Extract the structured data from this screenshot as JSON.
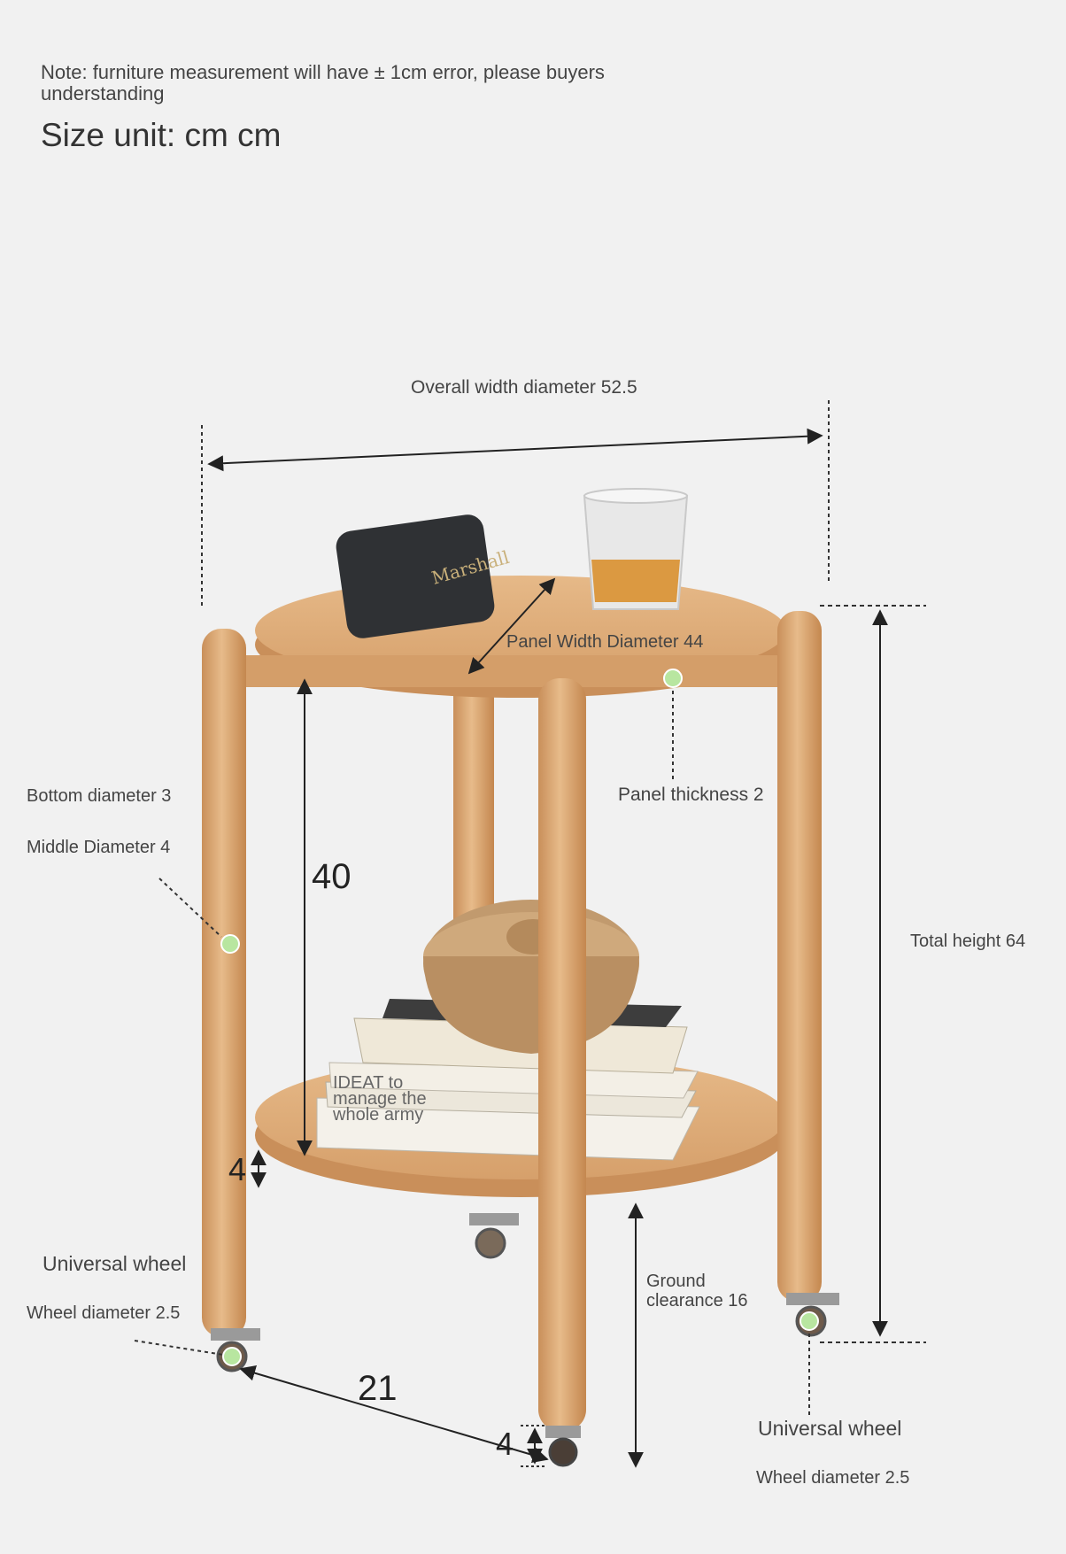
{
  "header": {
    "note": "Note: furniture measurement will have ± 1cm error, please buyers understanding",
    "size_unit": "Size unit: cm cm"
  },
  "dimensions": {
    "overall_width": "Overall width diameter 52.5",
    "panel_width": "Panel Width Diameter 44",
    "panel_thickness": "Panel thickness 2",
    "bottom_diameter": "Bottom diameter 3",
    "middle_diameter": "Middle Diameter 4",
    "shelf_gap": "40",
    "total_height": "Total height 64",
    "shelf_thickness": "4",
    "ground_clearance": "Ground clearance 16",
    "leg_spacing": "21",
    "wheel_height": "4",
    "wheel_left": {
      "name": "Universal wheel",
      "diameter": "Wheel diameter 2.5"
    },
    "wheel_right": {
      "name": "Universal wheel",
      "diameter": "Wheel diameter 2.5"
    }
  },
  "props": {
    "book_text": "IDEAT to manage the whole army"
  },
  "colors": {
    "background": "#f1f1f1",
    "wood": "#d9a877",
    "wood_dark": "#c08a55",
    "marker": "#b8e6a0",
    "line": "#222222"
  }
}
